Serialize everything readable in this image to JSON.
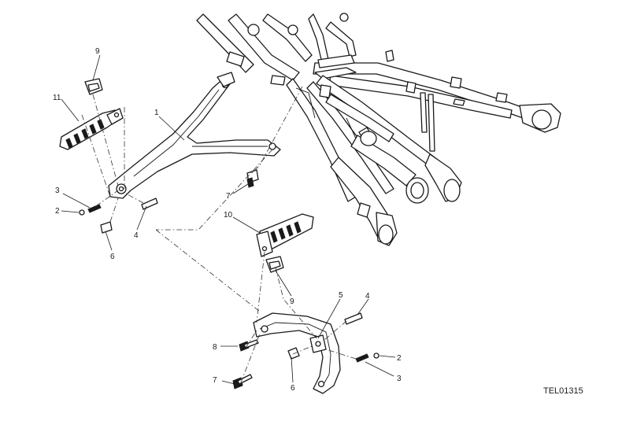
{
  "drawing_code": "TEL01315",
  "callouts": {
    "c1": "1",
    "c2a": "2",
    "c2b": "2",
    "c3a": "3",
    "c3b": "3",
    "c4a": "4",
    "c4b": "4",
    "c5": "5",
    "c6a": "6",
    "c6b": "6",
    "c7a": "7",
    "c7b": "7",
    "c8": "8",
    "c9a": "9",
    "c9b": "9",
    "c10": "10",
    "c11": "11"
  }
}
